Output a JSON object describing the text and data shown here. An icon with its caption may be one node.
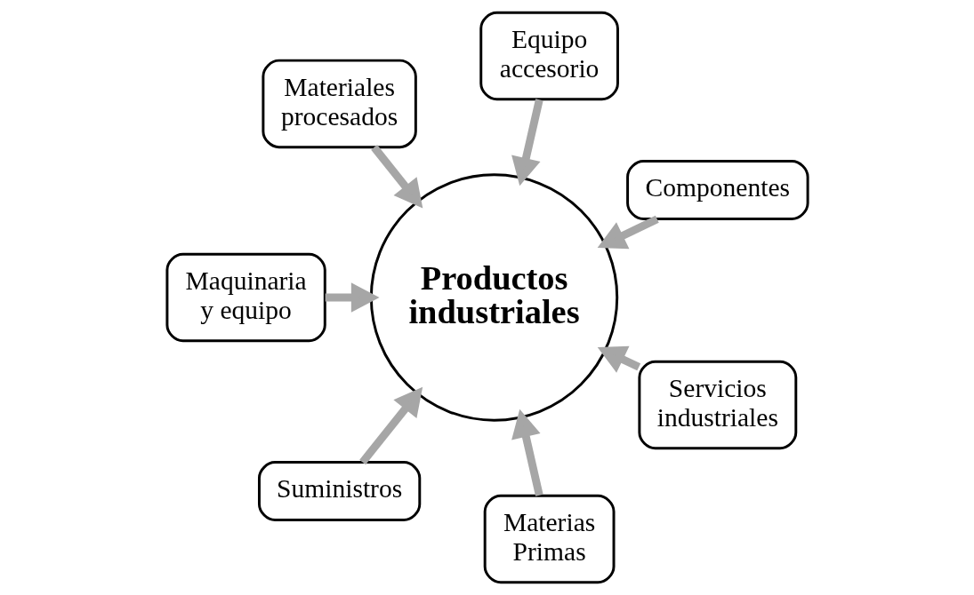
{
  "diagram": {
    "nodes": [
      {
        "text": [
          "Componentes"
        ]
      },
      {
        "text": [
          "Equipo accesorio"
        ]
      },
      {
        "text": [
          "Materiales procesados"
        ]
      },
      {
        "text": [
          "Maquinaria y equipo"
        ]
      },
      {
        "text": [
          "Suministros"
        ]
      },
      {
        "text": [
          "Materias Primas"
        ]
      },
      {
        "text": [
          "Productos industriales"
        ]
      },
      {
        "text": [
          "Servicios industriales"
        ]
      }
    ],
    "edges": [
      {
        "from": 5,
        "to": 6,
        "arrow": "to"
      },
      {
        "from": 3,
        "to": 6,
        "arrow": "to"
      },
      {
        "from": 1,
        "to": 6,
        "arrow": "to"
      },
      {
        "from": 0,
        "to": 6,
        "arrow": "to"
      },
      {
        "from": 2,
        "to": 6,
        "arrow": "to"
      },
      {
        "from": 4,
        "to": 6,
        "arrow": "to"
      },
      {
        "from": 7,
        "to": 6,
        "arrow": "to"
      }
    ]
  }
}
